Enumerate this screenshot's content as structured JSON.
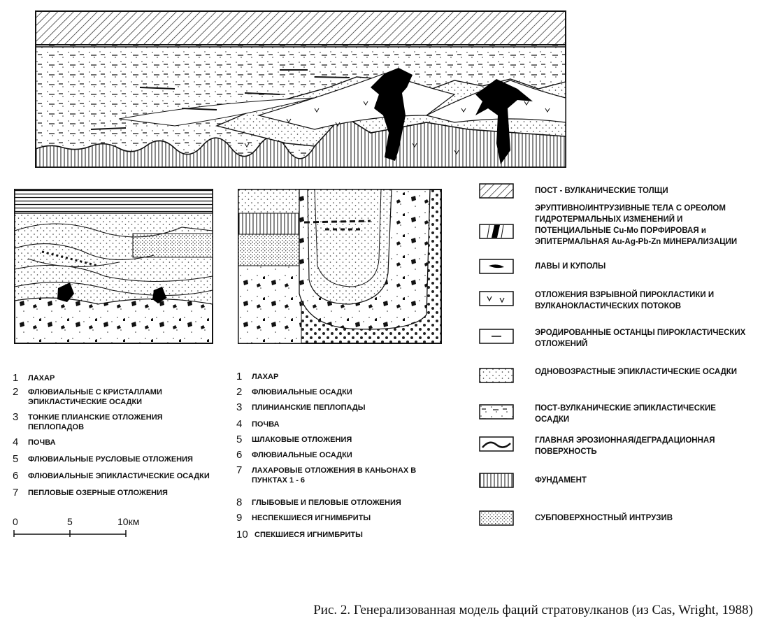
{
  "left_legend": [
    {
      "n": "1",
      "text": "ЛАХАР"
    },
    {
      "n": "2",
      "text": "ФЛЮВИАЛЬНЫЕ С КРИСТАЛЛАМИ ЭПИКЛАСТИЧЕСКИЕ ОСАДКИ"
    },
    {
      "n": "3",
      "text": "ТОНКИЕ ПЛИАНСКИЕ ОТЛОЖЕНИЯ ПЕПЛОПАДОВ"
    },
    {
      "n": "4",
      "text": "ПОЧВА"
    },
    {
      "n": "5",
      "text": "ФЛЮВИАЛЬНЫЕ РУСЛОВЫЕ ОТЛОЖЕНИЯ"
    },
    {
      "n": "6",
      "text": "ФЛЮВИАЛЬНЫЕ ЭПИКЛАСТИЧЕСКИЕ ОСАДКИ"
    },
    {
      "n": "7",
      "text": "ПЕПЛОВЫЕ ОЗЕРНЫЕ ОТЛОЖЕНИЯ"
    }
  ],
  "middle_legend": [
    {
      "n": "1",
      "text": "ЛАХАР"
    },
    {
      "n": "2",
      "text": "ФЛЮВИАЛЬНЫЕ ОСАДКИ"
    },
    {
      "n": "3",
      "text": "ПЛИНИАНСКИЕ ПЕПЛОПАДЫ"
    },
    {
      "n": "4",
      "text": "ПОЧВА"
    },
    {
      "n": "5",
      "text": "ШЛАКОВЫЕ ОТЛОЖЕНИЯ"
    },
    {
      "n": "6",
      "text": "ФЛЮВИАЛЬНЫЕ ОСАДКИ"
    },
    {
      "n": "7",
      "text": "ЛАХАРОВЫЕ ОТЛОЖЕНИЯ В КАНЬОНАХ В ПУНКТАХ 1 - 6"
    },
    {
      "n": "8",
      "text": "ГЛЫБОВЫЕ И ПЕЛОВЫЕ ОТЛОЖЕНИЯ"
    },
    {
      "n": "9",
      "text": "НЕСПЕКШИЕСЯ ИГНИМБРИТЫ"
    },
    {
      "n": "10",
      "text": "СПЕКШИЕСЯ ИГНИМБРИТЫ"
    }
  ],
  "right_legend": [
    {
      "text": "ПОСТ - ВУЛКАНИЧЕСКИЕ ТОЛЩИ",
      "symbol": "diagonal-hatch"
    },
    {
      "text": "ЭРУПТИВНО/ИНТРУЗИВНЫЕ ТЕЛА С ОРЕОЛОМ ГИДРОТЕРМАЛЬНЫХ ИЗМЕНЕНИЙ И ПОТЕНЦИАЛЬНЫЕ Cu-Mo ПОРФИРОВАЯ и ЭПИТЕРМАЛЬНАЯ Au-Ag-Pb-Zn МИНЕРАЛИЗАЦИИ",
      "symbol": "intrusive-body"
    },
    {
      "text": "ЛАВЫ И КУПОЛЫ",
      "symbol": "lava-lens"
    },
    {
      "text": "ОТЛОЖЕНИЯ ВЗРЫВНОЙ ПИРОКЛАСТИКИ И ВУЛКАНОКЛАСТИЧЕСКИХ ПОТОКОВ",
      "symbol": "v-marks"
    },
    {
      "text": "ЭРОДИРОВАННЫЕ ОСТАНЦЫ ПИРОКЛАСТИЧЕСКИХ ОТЛОЖЕНИЙ",
      "symbol": "dash"
    },
    {
      "text": "ОДНОВОЗРАСТНЫЕ ЭПИКЛАСТИЧЕСКИЕ ОСАДКИ",
      "symbol": "dots"
    },
    {
      "text": "ПОСТ-ВУЛКАНИЧЕСКИЕ ЭПИКЛАСТИЧЕСКИЕ ОСАДКИ",
      "symbol": "dots-dashes"
    },
    {
      "text": "ГЛАВНАЯ ЭРОЗИОННАЯ/ДЕГРАДАЦИОННАЯ ПОВЕРХНОСТЬ",
      "symbol": "wavy-line"
    },
    {
      "text": "ФУНДАМЕНТ",
      "symbol": "vertical-lines"
    },
    {
      "text": "СУБПОВЕРХНОСТНЫЙ ИНТРУЗИВ",
      "symbol": "dense-stipple"
    }
  ],
  "scale_bar": {
    "ticks": [
      "0",
      "5",
      "10км"
    ]
  },
  "caption": "Рис. 2. Генерализованная модель фаций стратовулканов (из Cas, Wright, 1988)"
}
